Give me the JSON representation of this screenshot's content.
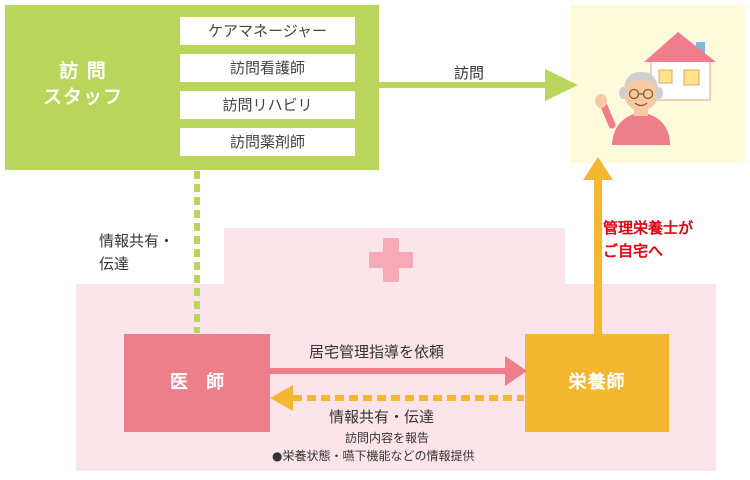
{
  "staff": {
    "title_line1": "訪 問",
    "title_line2": "スタッフ",
    "items": [
      {
        "label": "ケアマネージャー"
      },
      {
        "label": "訪問看護師"
      },
      {
        "label": "訪問リハビリ"
      },
      {
        "label": "訪問薬剤師"
      }
    ]
  },
  "visit_arrow_label": "訪問",
  "share_left_line1": "情報共有・",
  "share_left_line2": "伝達",
  "doctor_label": "医 師",
  "dietitian_label": "栄養師",
  "request_label": "居宅管理指導を依頼",
  "share_bottom": {
    "title": "情報共有・伝達",
    "line1": "訪問内容を報告",
    "line2": "●栄養状態・嚥下機能などの情報提供"
  },
  "dietitian_home": {
    "line1": "管理栄養士が",
    "line2": "ご自宅へ"
  },
  "colors": {
    "staff_green": "#b9d65a",
    "home_bg": "#fdfbdc",
    "hospital_pink": "#fde4ea",
    "doctor_pink": "#ee7e8a",
    "dietitian_orange": "#f5b730",
    "accent_red": "#e60012"
  }
}
